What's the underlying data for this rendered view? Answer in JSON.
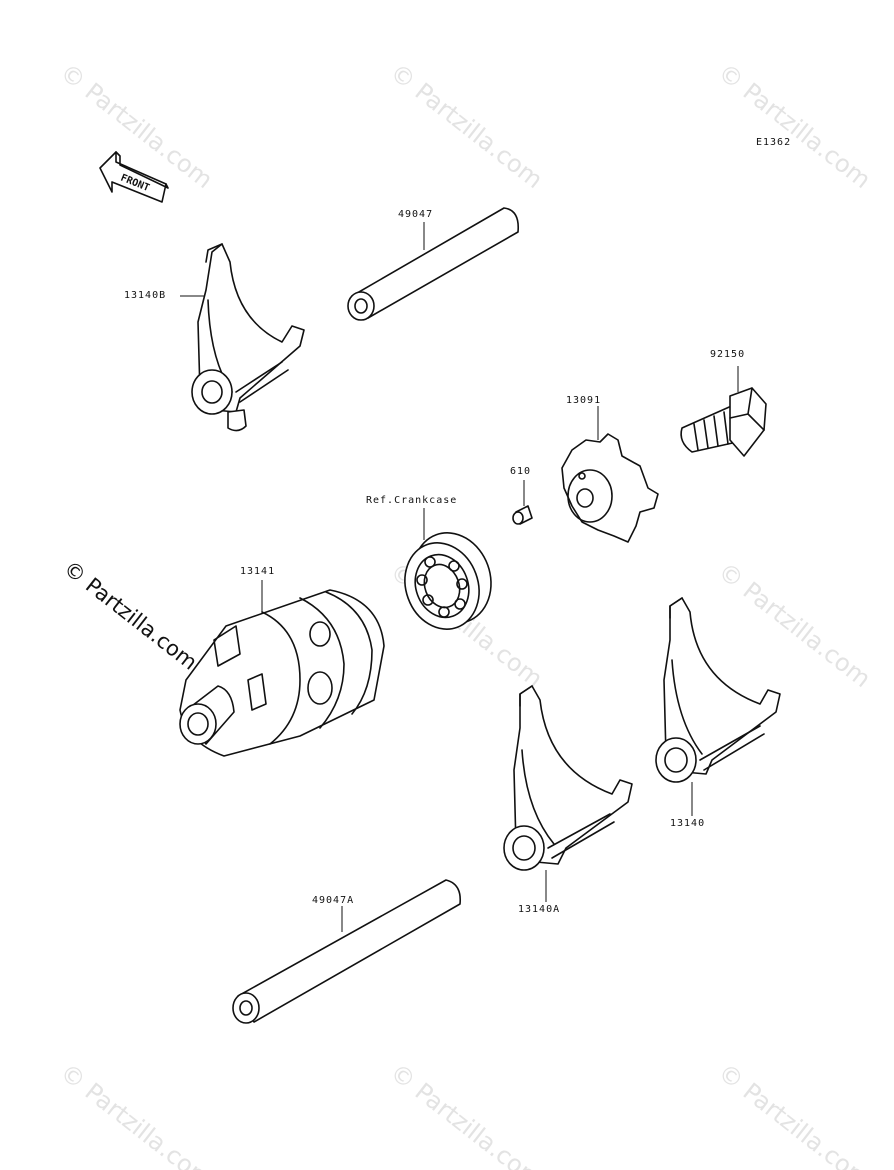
{
  "diagram": {
    "code": "E1362",
    "front_label": "FRONT",
    "watermark_text": "© Partzilla.com",
    "labels": {
      "shaft_upper": "49047",
      "fork_b": "13140B",
      "bolt": "92150",
      "cam_plate": "13091",
      "pin": "610",
      "bearing": "Ref.Crankcase",
      "drum": "13141",
      "fork": "13140",
      "fork_a": "13140A",
      "shaft_lower": "49047A"
    }
  }
}
